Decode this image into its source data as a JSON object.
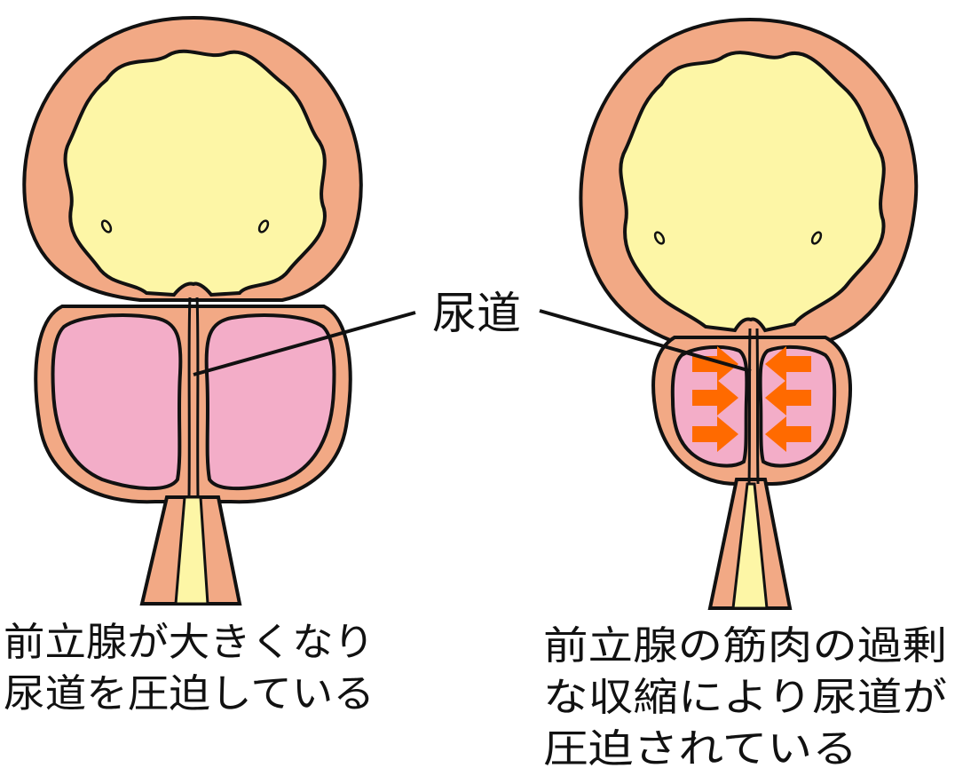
{
  "label": {
    "urethra": "尿道"
  },
  "left_panel": {
    "caption_lines": [
      "前立腺が大きくなり",
      "尿道を圧迫している"
    ]
  },
  "right_panel": {
    "caption_lines": [
      "前立腺の筋肉の過剰",
      "な収縮により尿道が",
      "圧迫されている"
    ]
  },
  "colors": {
    "bladder_wall": "#f2a985",
    "bladder_lumen": "#fdf6a6",
    "prostate": "#f3adc8",
    "arrow": "#ff6a00",
    "outline": "#111111"
  },
  "icons": {
    "arrow_right": "arrow-right-icon",
    "arrow_left": "arrow-left-icon"
  }
}
